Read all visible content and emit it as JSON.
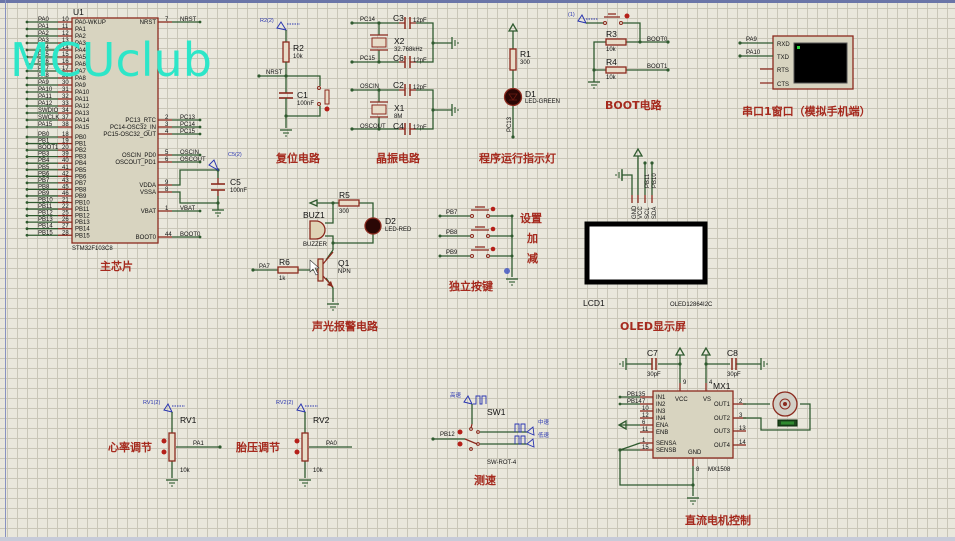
{
  "watermark": "MCUclub",
  "mcu": {
    "ref": "U1",
    "part": "STM32F103C8",
    "caption": "主芯片",
    "left_pins": [
      {
        "net": "PA0",
        "num": "10",
        "name": "PA0-WKUP"
      },
      {
        "net": "PA1",
        "num": "11",
        "name": "PA1"
      },
      {
        "net": "PA2",
        "num": "12",
        "name": "PA2"
      },
      {
        "net": "PA3",
        "num": "13",
        "name": "PA3"
      },
      {
        "net": "PA4",
        "num": "14",
        "name": "PA4"
      },
      {
        "net": "PA5",
        "num": "15",
        "name": "PA5"
      },
      {
        "net": "PA6",
        "num": "16",
        "name": "PA6"
      },
      {
        "net": "PA7",
        "num": "17",
        "name": "PA7"
      },
      {
        "net": "PA8",
        "num": "29",
        "name": "PA8"
      },
      {
        "net": "PA9",
        "num": "30",
        "name": "PA9"
      },
      {
        "net": "PA10",
        "num": "31",
        "name": "PA10"
      },
      {
        "net": "PA11",
        "num": "32",
        "name": "PA11"
      },
      {
        "net": "PA12",
        "num": "33",
        "name": "PA12"
      },
      {
        "net": "SWDIO",
        "num": "34",
        "name": "PA13"
      },
      {
        "net": "SWCLK",
        "num": "37",
        "name": "PA14"
      },
      {
        "net": "PA15",
        "num": "38",
        "name": "PA15"
      },
      {
        "net": "PB0",
        "num": "18",
        "name": "PB0"
      },
      {
        "net": "PB1",
        "num": "19",
        "name": "PB1"
      },
      {
        "net": "BOOT1",
        "num": "20",
        "name": "PB2"
      },
      {
        "net": "PB3",
        "num": "39",
        "name": "PB3"
      },
      {
        "net": "PB4",
        "num": "40",
        "name": "PB4"
      },
      {
        "net": "PB5",
        "num": "41",
        "name": "PB5"
      },
      {
        "net": "PB6",
        "num": "42",
        "name": "PB6"
      },
      {
        "net": "PB7",
        "num": "43",
        "name": "PB7"
      },
      {
        "net": "PB8",
        "num": "45",
        "name": "PB8"
      },
      {
        "net": "PB9",
        "num": "46",
        "name": "PB9"
      },
      {
        "net": "PB10",
        "num": "21",
        "name": "PB10"
      },
      {
        "net": "PB11",
        "num": "22",
        "name": "PB11"
      },
      {
        "net": "PB12",
        "num": "25",
        "name": "PB12"
      },
      {
        "net": "PB13",
        "num": "26",
        "name": "PB13"
      },
      {
        "net": "PB14",
        "num": "27",
        "name": "PB14"
      },
      {
        "net": "PB15",
        "num": "28",
        "name": "PB15"
      }
    ],
    "right_pins": [
      {
        "net": "NRST",
        "num": "7",
        "name": "NRST"
      },
      {
        "net": "PC13",
        "num": "2",
        "name": "PC13_RTC"
      },
      {
        "net": "PC14",
        "num": "3",
        "name": "PC14-OSC32_IN"
      },
      {
        "net": "PC15",
        "num": "4",
        "name": "PC15-OSC32_OUT"
      },
      {
        "net": "OSCIN",
        "num": "5",
        "name": "OSCIN_PD0"
      },
      {
        "net": "OSCOUT",
        "num": "6",
        "name": "OSCOUT_PD1"
      },
      {
        "net": "",
        "num": "9",
        "name": "VDDA"
      },
      {
        "net": "",
        "num": "8",
        "name": "VSSA"
      },
      {
        "net": "VBAT",
        "num": "1",
        "name": "VBAT"
      },
      {
        "net": "BOOT0",
        "num": "44",
        "name": "BOOT0"
      }
    ],
    "c5": {
      "ref": "C5",
      "value": "100nF",
      "probe": "C5(2)"
    }
  },
  "reset": {
    "caption": "复位电路",
    "probe": "R2(2)",
    "r2": {
      "ref": "R2",
      "value": "10k"
    },
    "c1": {
      "ref": "C1",
      "value": "100nF"
    },
    "net": "NRST"
  },
  "crystal": {
    "caption": "晶振电路",
    "x2": {
      "ref": "X2",
      "value": "32.768kHz"
    },
    "x1": {
      "ref": "X1",
      "value": "8M"
    },
    "c3": {
      "ref": "C3",
      "value": "12pF"
    },
    "c6": {
      "ref": "C6",
      "value": "12pF"
    },
    "c2": {
      "ref": "C2",
      "value": "12pF"
    },
    "c4": {
      "ref": "C4",
      "value": "12pF"
    },
    "nets": [
      "PC14",
      "PC15",
      "OSCIN",
      "OSCOUT"
    ]
  },
  "led_indicator": {
    "caption": "程序运行指示灯",
    "r1": {
      "ref": "R1",
      "value": "300"
    },
    "d1": {
      "ref": "D1",
      "value": "LED-GREEN"
    },
    "net": "PC13"
  },
  "boot": {
    "caption": "BOOT电路",
    "probe": "(1)",
    "r3": {
      "ref": "R3",
      "value": "10k"
    },
    "r4": {
      "ref": "R4",
      "value": "10k"
    },
    "nets": [
      "BOOT0",
      "BOOT1"
    ]
  },
  "uart": {
    "caption": "串口1窗口（模拟手机端）",
    "pins": [
      "RXD",
      "TXD",
      "RTS",
      "CTS"
    ],
    "nets": [
      "PA9",
      "PA10"
    ]
  },
  "alarm": {
    "caption": "声光报警电路",
    "buz": {
      "ref": "BUZ1",
      "value": "BUZZER"
    },
    "r5": {
      "ref": "R5",
      "value": "300"
    },
    "d2": {
      "ref": "D2",
      "value": "LED-RED"
    },
    "r6": {
      "ref": "R6",
      "value": "1k"
    },
    "q1": {
      "ref": "Q1",
      "value": "NPN"
    },
    "net": "PA7"
  },
  "keys": {
    "caption": "独立按键",
    "nets": [
      "PB7",
      "PB8",
      "PB9"
    ],
    "labels": [
      "设置",
      "加",
      "减"
    ]
  },
  "oled": {
    "caption": "OLED显示屏",
    "ref": "LCD1",
    "part": "OLED12864I2C",
    "pins": [
      "GND",
      "VCC",
      "SCL",
      "SDA"
    ],
    "nets": [
      "PB11",
      "PB10"
    ]
  },
  "pots": {
    "rv1": {
      "ref": "RV1",
      "value": "10k",
      "probe": "RV1(2)",
      "net": "PA1",
      "caption": "心率调节"
    },
    "rv2": {
      "ref": "RV2",
      "value": "10k",
      "probe": "RV2(2)",
      "net": "PA0",
      "caption": "胎压调节"
    }
  },
  "speed": {
    "caption": "测速",
    "ref": "SW1",
    "part": "SW-ROT-4",
    "net": "PB12",
    "gens": [
      "高速",
      "中速",
      "低速"
    ]
  },
  "motor": {
    "caption": "直流电机控制",
    "ref": "MX1",
    "part": "MX1508",
    "c7": {
      "ref": "C7",
      "value": "30pF"
    },
    "c8": {
      "ref": "C8",
      "value": "30pF"
    },
    "left_pins": [
      {
        "num": "5",
        "name": "IN1",
        "net": "PB13"
      },
      {
        "num": "7",
        "name": "IN2",
        "net": "PB14"
      },
      {
        "num": "10",
        "name": "IN3",
        "net": ""
      },
      {
        "num": "12",
        "name": "IN4",
        "net": ""
      },
      {
        "num": "6",
        "name": "ENA",
        "net": ""
      },
      {
        "num": "11",
        "name": "ENB",
        "net": ""
      },
      {
        "num": "1",
        "name": "SENSA",
        "net": ""
      },
      {
        "num": "15",
        "name": "SENSB",
        "net": ""
      }
    ],
    "right_pins": [
      {
        "num": "2",
        "name": "OUT1"
      },
      {
        "num": "3",
        "name": "OUT2"
      },
      {
        "num": "13",
        "name": "OUT3"
      },
      {
        "num": "14",
        "name": "OUT4"
      }
    ],
    "top_pins": [
      {
        "num": "9",
        "name": "VCC"
      },
      {
        "num": "4",
        "name": "VS"
      }
    ],
    "bottom_pin": {
      "num": "8",
      "name": "GND"
    }
  }
}
